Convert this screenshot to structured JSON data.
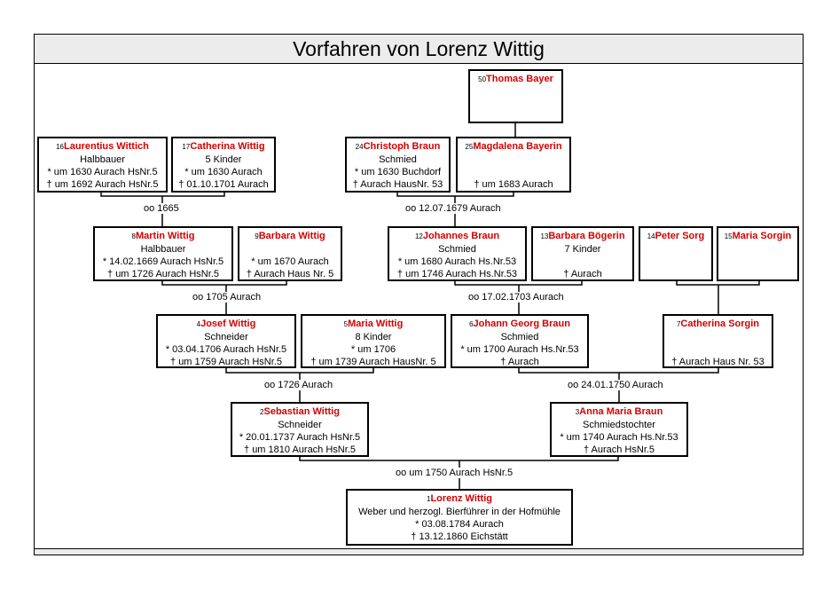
{
  "title": "Vorfahren von Lorenz Wittig",
  "persons": {
    "p50": {
      "num": "50",
      "name": "Thomas Bayer",
      "lines": []
    },
    "p16": {
      "num": "16",
      "name": "Laurentius Wittich",
      "lines": [
        "Halbbauer",
        "* um 1630 Aurach HsNr.5",
        "† um 1692 Aurach HsNr.5"
      ]
    },
    "p17": {
      "num": "17",
      "name": "Catherina Wittig",
      "lines": [
        "5 Kinder",
        "* um 1630 Aurach",
        "† 01.10.1701 Aurach"
      ]
    },
    "p24": {
      "num": "24",
      "name": "Christoph Braun",
      "lines": [
        "Schmied",
        "* um 1630 Buchdorf",
        "† Aurach HausNr. 53"
      ]
    },
    "p25": {
      "num": "25",
      "name": "Magdalena Bayerin",
      "lines": [
        "",
        "",
        "† um 1683 Aurach"
      ]
    },
    "p8": {
      "num": "8",
      "name": "Martin Wittig",
      "lines": [
        "Halbbauer",
        "* 14.02.1669 Aurach HsNr.5",
        "† um 1726 Aurach HsNr.5"
      ]
    },
    "p9": {
      "num": "9",
      "name": "Barbara Wittig",
      "lines": [
        "",
        "* um 1670 Aurach",
        "† Aurach Haus Nr. 5"
      ]
    },
    "p12": {
      "num": "12",
      "name": "Johannes Braun",
      "lines": [
        "Schmied",
        "* um 1680 Aurach Hs.Nr.53",
        "† um 1746 Aurach Hs.Nr.53"
      ]
    },
    "p13": {
      "num": "13",
      "name": "Barbara Bögerin",
      "lines": [
        "7 Kinder",
        "",
        "† Aurach"
      ]
    },
    "p14": {
      "num": "14",
      "name": "Peter Sorg",
      "lines": []
    },
    "p15": {
      "num": "15",
      "name": "Maria Sorgin",
      "lines": []
    },
    "p4": {
      "num": "4",
      "name": "Josef Wittig",
      "lines": [
        "Schneider",
        "* 03.04.1706 Aurach HsNr.5",
        "† um 1759 Aurach HsNr.5"
      ]
    },
    "p5": {
      "num": "5",
      "name": "Maria Wittig",
      "lines": [
        "8 Kinder",
        "* um 1706",
        "† um 1739 Aurach HausNr. 5"
      ]
    },
    "p6": {
      "num": "6",
      "name": "Johann Georg Braun",
      "lines": [
        "Schmied",
        "* um 1700 Aurach Hs.Nr.53",
        "† Aurach"
      ]
    },
    "p7": {
      "num": "7",
      "name": "Catherina Sorgin",
      "lines": [
        "",
        "",
        "† Aurach Haus Nr. 53"
      ]
    },
    "p2": {
      "num": "2",
      "name": "Sebastian Wittig",
      "lines": [
        "Schneider",
        "* 20.01.1737 Aurach HsNr.5",
        "† um 1810 Aurach HsNr.5"
      ]
    },
    "p3": {
      "num": "3",
      "name": "Anna Maria Braun",
      "lines": [
        "Schmiedstochter",
        "* um 1740 Aurach Hs.Nr.53",
        "† Aurach HsNr.5"
      ]
    },
    "p1": {
      "num": "1",
      "name": "Lorenz Wittig",
      "lines": [
        "Weber und herzogl. Bierführer in der Hofmühle",
        "* 03.08.1784 Aurach",
        "† 13.12.1860 Eichstätt"
      ]
    }
  },
  "marriages": {
    "m16_17": "oo 1665",
    "m24_25": "oo 12.07.1679 Aurach",
    "m8_9": "oo 1705 Aurach",
    "m12_13": "oo 17.02.1703 Aurach",
    "m4_5": "oo 1726 Aurach",
    "m6_7": "oo 24.01.1750 Aurach",
    "m2_3": "oo um 1750 Aurach HsNr.5"
  },
  "colors": {
    "name": "#d40000",
    "header_bg": "#ececec",
    "border": "#000000"
  }
}
